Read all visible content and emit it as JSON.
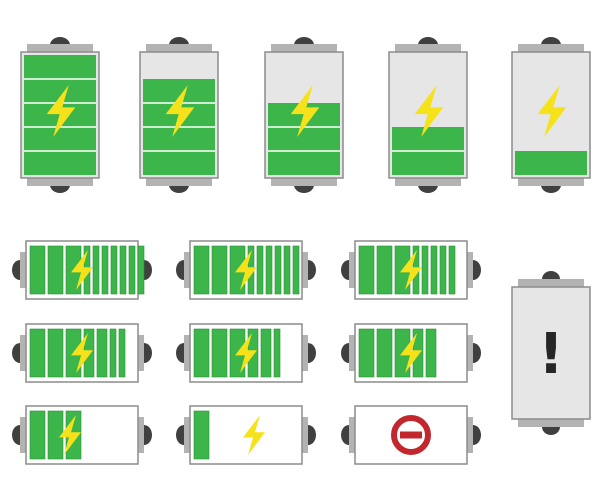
{
  "colors": {
    "green": "#3cb54a",
    "empty": "#e6e6e6",
    "frame": "#8c8c8c",
    "cap": "#b3b3b3",
    "terminal": "#404040",
    "bolt": "#f5e21a",
    "no_entry": "#c1272d",
    "warning": "#262626"
  },
  "icons": {
    "charge": "lightning-bolt-icon",
    "empty": "no-entry-icon",
    "alert": "exclamation-icon"
  },
  "vertical_batteries": [
    {
      "name": "battery-vertical-full",
      "level": 1.0,
      "segments": 5
    },
    {
      "name": "battery-vertical-80",
      "level": 0.8,
      "segments": 4
    },
    {
      "name": "battery-vertical-60",
      "level": 0.6,
      "segments": 3
    },
    {
      "name": "battery-vertical-40",
      "level": 0.4,
      "segments": 2
    },
    {
      "name": "battery-vertical-20",
      "level": 0.2,
      "segments": 1
    }
  ],
  "horizontal_batteries": [
    {
      "name": "battery-horizontal-10-bars",
      "bars": 10,
      "icon": "charge"
    },
    {
      "name": "battery-horizontal-9-bars",
      "bars": 9,
      "icon": "charge"
    },
    {
      "name": "battery-horizontal-8-bars",
      "bars": 8,
      "icon": "charge"
    },
    {
      "name": "battery-horizontal-7-bars",
      "bars": 7,
      "icon": "charge"
    },
    {
      "name": "battery-horizontal-6-bars",
      "bars": 6,
      "icon": "charge"
    },
    {
      "name": "battery-horizontal-5-bars",
      "bars": 5,
      "icon": "charge"
    },
    {
      "name": "battery-horizontal-3-bars",
      "bars": 3,
      "icon": "charge"
    },
    {
      "name": "battery-horizontal-1-bar",
      "bars": 1,
      "icon": "charge"
    },
    {
      "name": "battery-horizontal-empty",
      "bars": 0,
      "icon": "empty"
    }
  ],
  "alert_battery": {
    "name": "battery-vertical-alert",
    "level": 0.0,
    "icon": "alert",
    "symbol": "!"
  }
}
